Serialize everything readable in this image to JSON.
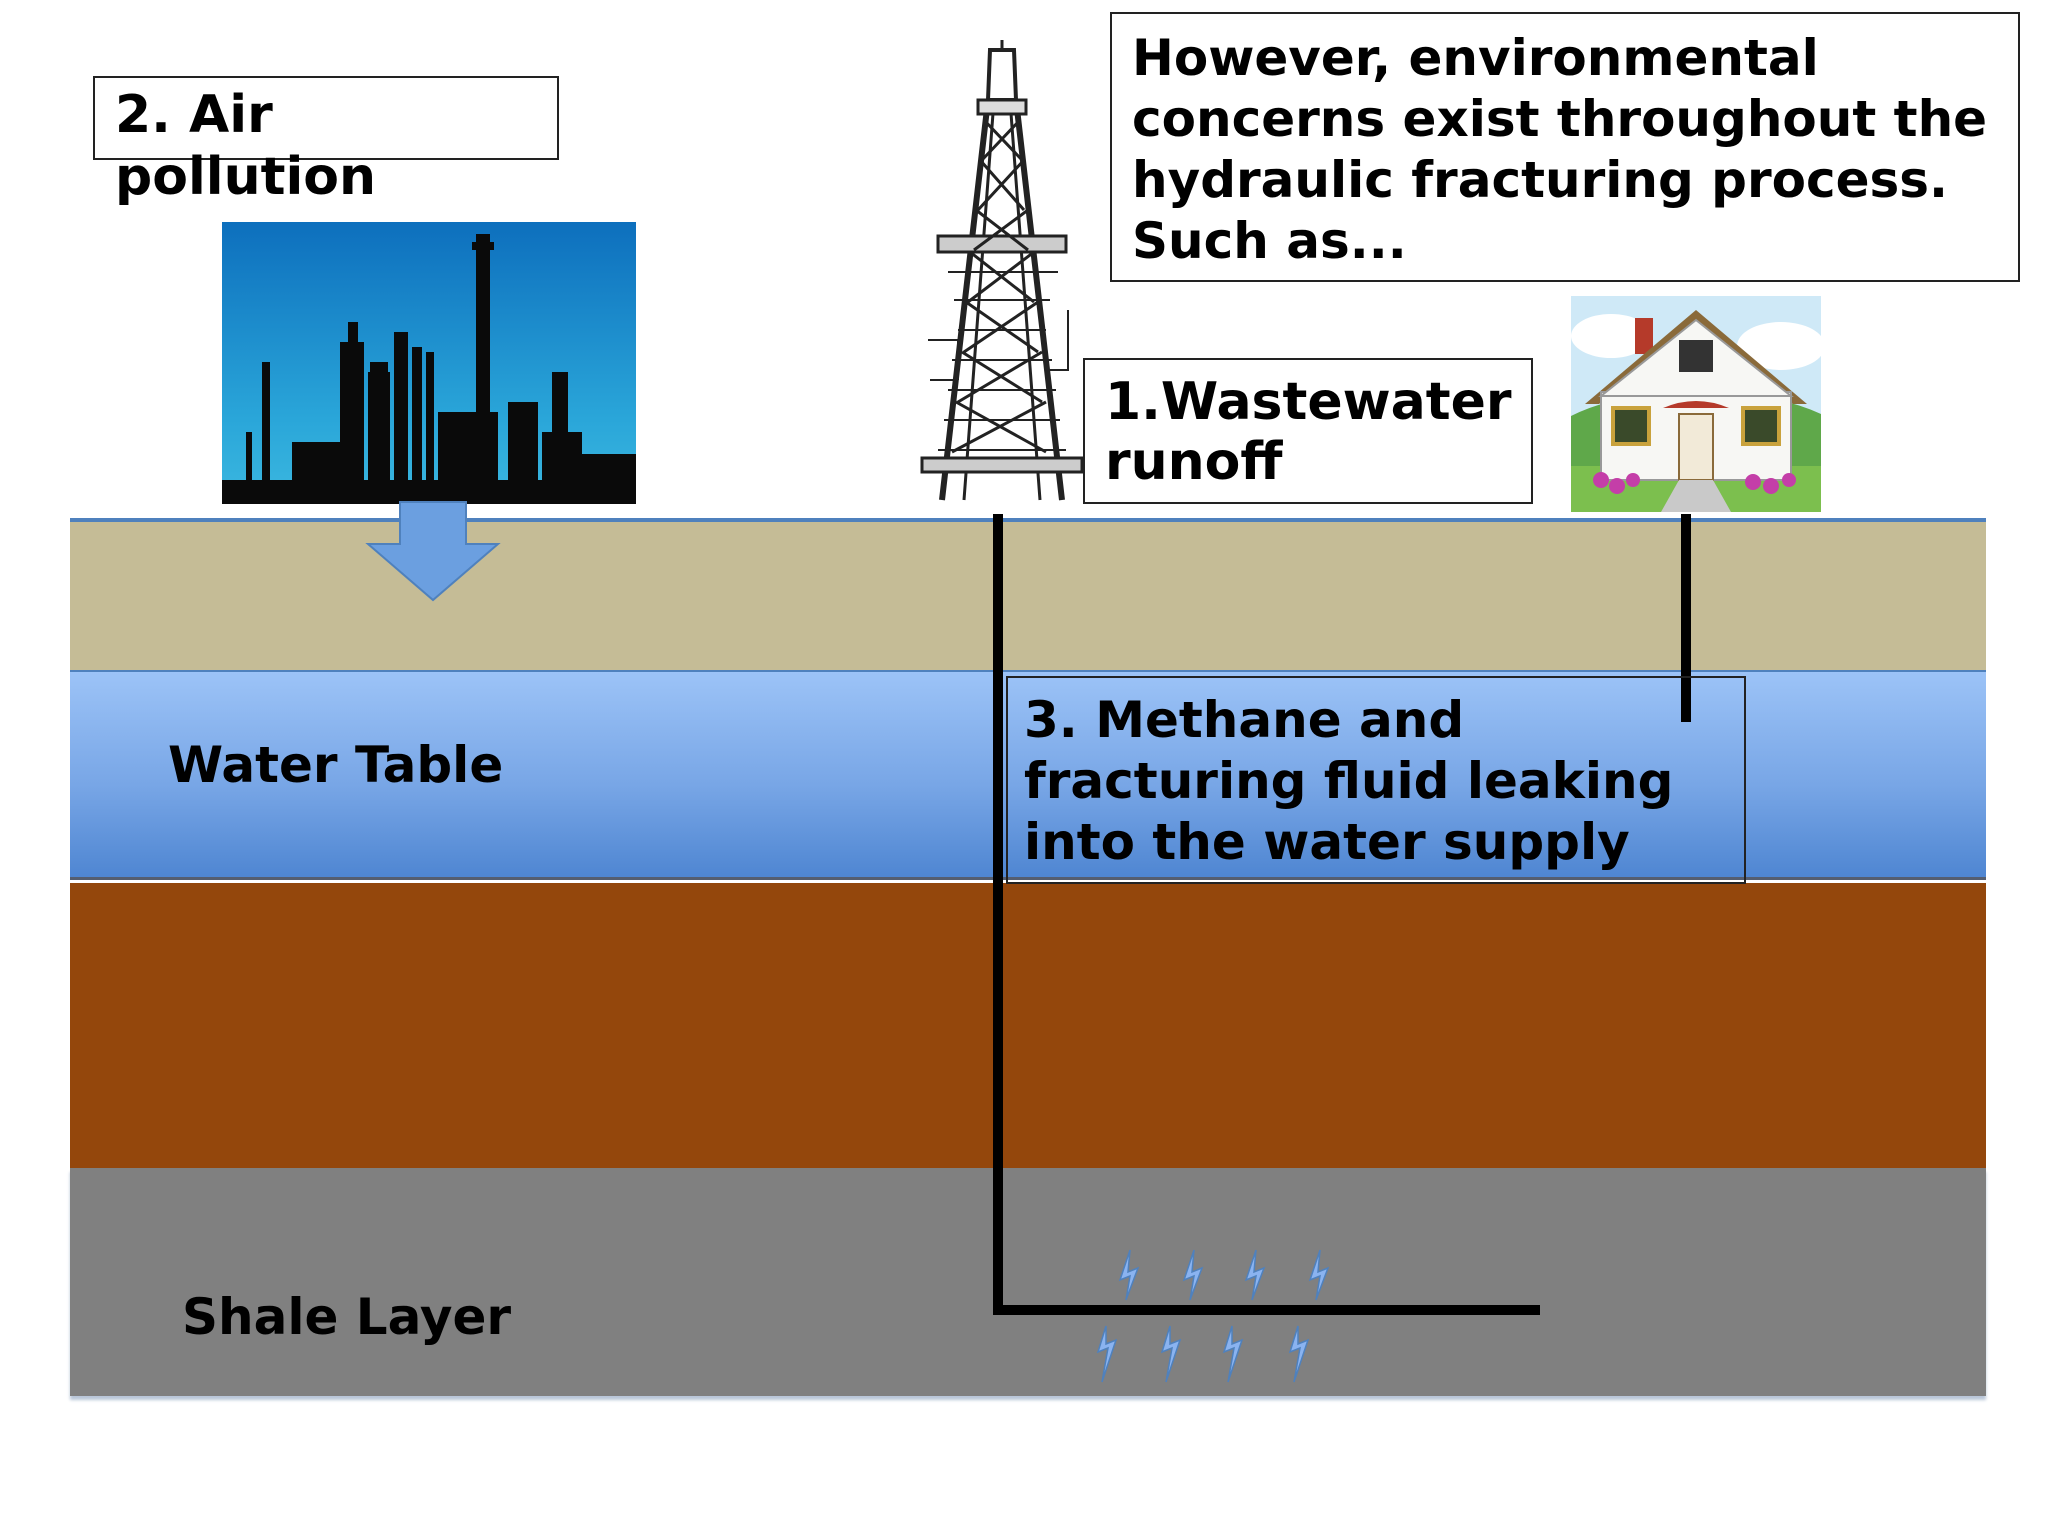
{
  "callouts": {
    "intro": "However, environmental concerns exist throughout the hydraulic fracturing process. Such as...",
    "air_pollution": "2. Air pollution",
    "wastewater": "1.Wastewater runoff",
    "methane": "3. Methane and fracturing fluid leaking into the water supply"
  },
  "layers": {
    "water_table": "Water Table",
    "shale": "Shale Layer"
  },
  "colors": {
    "soil": "#c5bc96",
    "water_top": "#9cc3f7",
    "water_bottom": "#4f86d2",
    "clay": "#94470c",
    "shale": "#808080",
    "sky": "#2a8fd0",
    "arrow": "#6b9fe0"
  },
  "icons": [
    "factory-silhouette-icon",
    "oil-derrick-icon",
    "house-icon",
    "down-arrow-icon",
    "fracture-spark-icon"
  ]
}
